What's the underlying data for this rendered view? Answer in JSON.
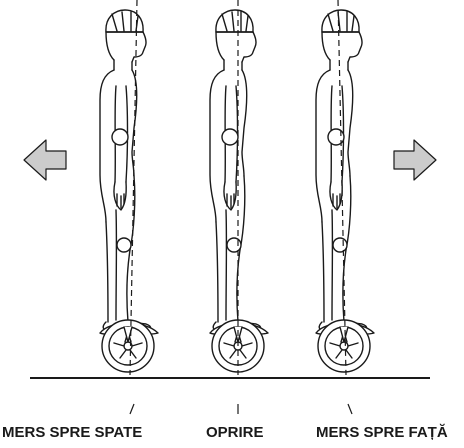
{
  "labels": {
    "backward": "MERS SPRE SPATE",
    "stop": "OPRIRE",
    "forward": "MERS SPRE FAȚĂ"
  },
  "icons": [
    "arrow-left-icon",
    "arrow-right-icon"
  ],
  "colors": {
    "line": "#1a1a1a",
    "arrow_fill": "#cccccc",
    "background": "#ffffff"
  }
}
